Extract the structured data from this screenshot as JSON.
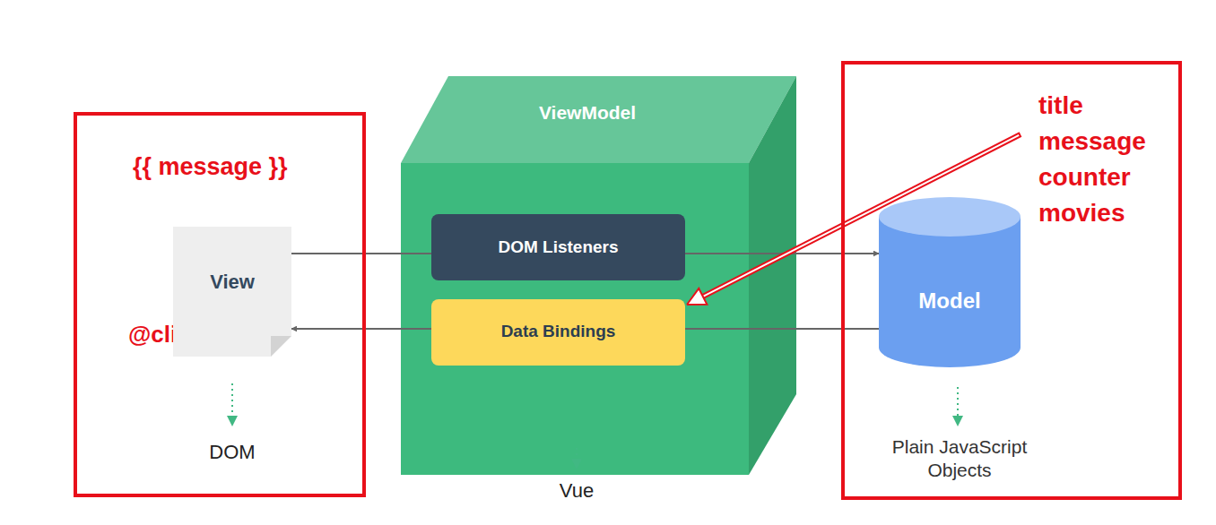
{
  "diagram": {
    "nodes": [
      {
        "text": [
          "{{ message }}",
          "@click=\"\"",
          "DOM"
        ]
      },
      {
        "text": [
          "View"
        ],
        "in": 0
      },
      {
        "text": [
          "ViewModel"
        ]
      },
      {
        "text": [
          "DOM Listeners"
        ],
        "in": 2
      },
      {
        "text": [
          "Data Bindings"
        ],
        "in": 2
      },
      {
        "text": [
          "title message counter movies",
          "Plain JavaScript Objects"
        ]
      },
      {
        "text": [
          "Model"
        ],
        "in": 5
      }
    ],
    "edges": [
      {
        "from": 1,
        "to": 3,
        "arrow": "none"
      },
      {
        "from": 3,
        "to": 6,
        "arrow": "to"
      },
      {
        "from": 6,
        "to": 4,
        "arrow": "none"
      },
      {
        "from": 4,
        "to": 1,
        "arrow": "to"
      },
      {
        "from": 5,
        "to": 4,
        "arrow": "to"
      }
    ],
    "labels": [
      "Vue"
    ]
  }
}
